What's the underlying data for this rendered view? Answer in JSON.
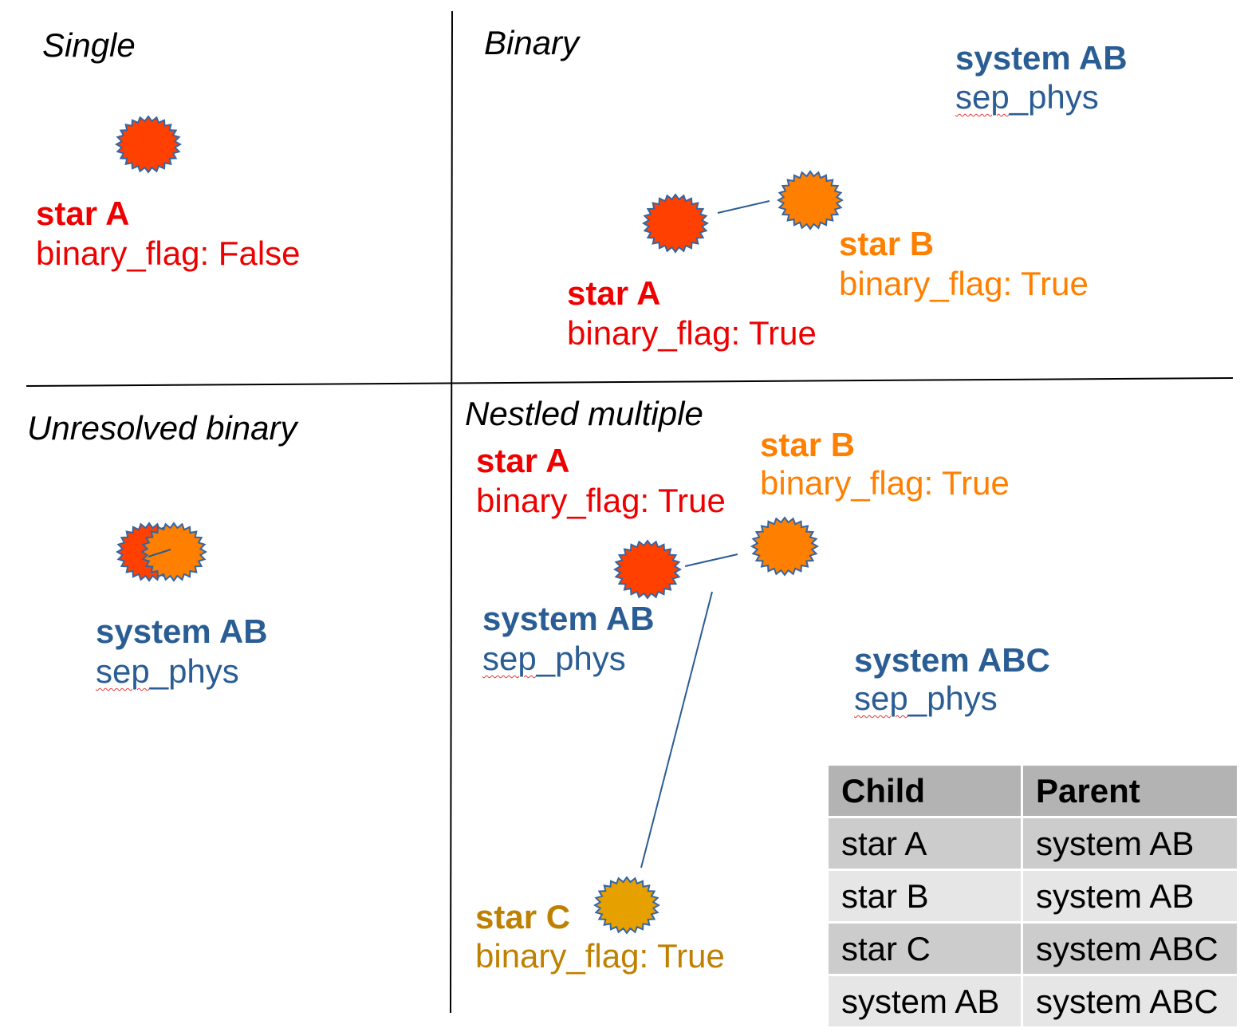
{
  "panels": {
    "single": {
      "heading": "Single",
      "star_a": {
        "name": "star A",
        "flag": "binary_flag: False"
      }
    },
    "binary": {
      "heading": "Binary",
      "system": {
        "name": "system AB",
        "sep": "sep_phys"
      },
      "star_a": {
        "name": "star A",
        "flag": "binary_flag: True"
      },
      "star_b": {
        "name": "star B",
        "flag": "binary_flag: True"
      }
    },
    "unresolved": {
      "heading": "Unresolved binary",
      "system": {
        "name": "system AB",
        "sep": "sep_phys"
      }
    },
    "nestled": {
      "heading": "Nestled multiple",
      "star_a": {
        "name": "star A",
        "flag": "binary_flag: True"
      },
      "star_b": {
        "name": "star B",
        "flag": "binary_flag: True"
      },
      "star_c": {
        "name": "star C",
        "flag": "binary_flag: True"
      },
      "system_ab": {
        "name": "system AB",
        "sep": "sep_phys"
      },
      "system_abc": {
        "name": "system ABC",
        "sep": "sep_phys"
      }
    }
  },
  "table": {
    "headers": [
      "Child",
      "Parent"
    ],
    "rows": [
      [
        "star A",
        "system AB"
      ],
      [
        "star B",
        "system AB"
      ],
      [
        "star C",
        "system ABC"
      ],
      [
        "system AB",
        "system ABC"
      ]
    ]
  },
  "colors": {
    "star_a": "#ff4000",
    "star_b": "#ff7f00",
    "star_c": "#e6a000",
    "star_outline": "#3465a4",
    "system_text": "#2a5d94",
    "red_text": "#ee0000",
    "orange_text": "#ff7f00",
    "gold_text": "#bf8000"
  },
  "icons": [
    "star-burst-icon"
  ]
}
